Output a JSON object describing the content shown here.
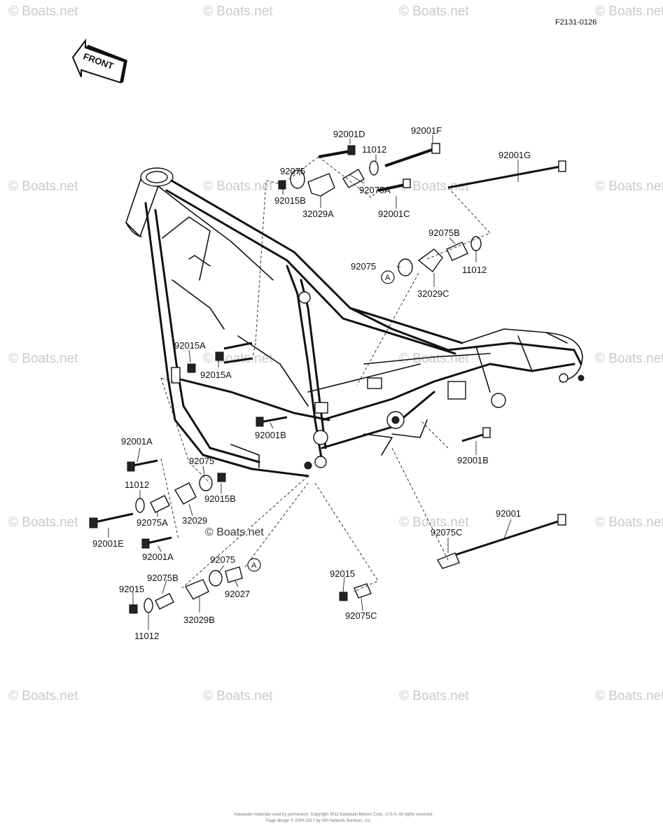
{
  "diagram": {
    "figure_id": "F2131-0126",
    "front_label": "FRONT",
    "watermark_text": "© Boats.net",
    "footer_line1": "Kawasaki materials used by permission. Copyright 2011 Kawasaki Motors Corp., U.S.A. All rights reserved.",
    "footer_line2": "Page design © 2004-2017 by ARI Network Services, Inc.",
    "callout_letter": "A",
    "part_labels": [
      "92001D",
      "92001F",
      "11012",
      "92001G",
      "92075",
      "92075A",
      "92015B",
      "32029A",
      "92001C",
      "92075B",
      "92075",
      "11012",
      "32029C",
      "92015A",
      "92015A",
      "92001B",
      "92001B",
      "92001A",
      "92075",
      "11012",
      "92015B",
      "92075A",
      "32029",
      "92001E",
      "92001A",
      "92001",
      "92075C",
      "92075",
      "92075B",
      "92015",
      "92027",
      "32029B",
      "11012",
      "92015",
      "92075C"
    ]
  }
}
